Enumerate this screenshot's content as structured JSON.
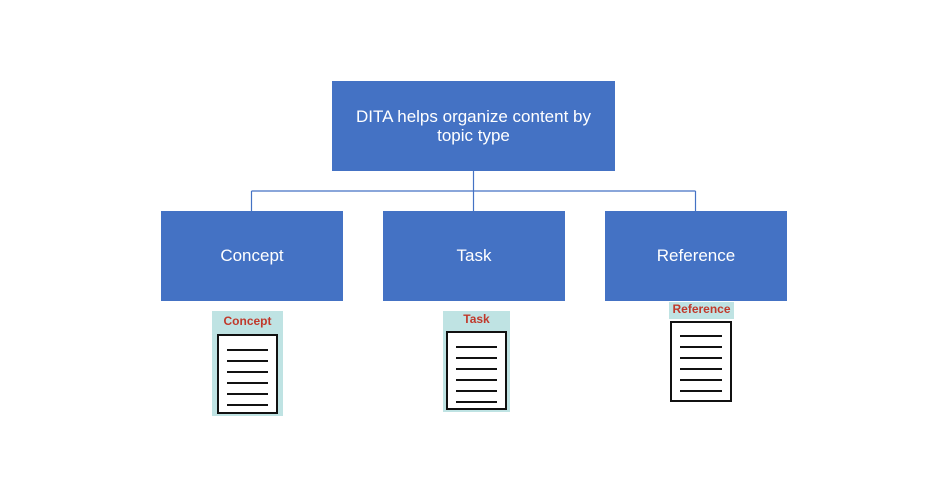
{
  "diagram": {
    "root": {
      "label": "DITA helps organize content by topic type"
    },
    "children": [
      {
        "label": "Concept"
      },
      {
        "label": "Task"
      },
      {
        "label": "Reference"
      }
    ],
    "documents": [
      {
        "label": "Concept",
        "icon": "document-icon"
      },
      {
        "label": "Task",
        "icon": "document-icon"
      },
      {
        "label": "Reference",
        "icon": "document-icon"
      }
    ],
    "colors": {
      "box_fill": "#4472c4",
      "box_text": "#ffffff",
      "connector": "#4472c4",
      "doc_background": "#bfe3e3",
      "doc_label": "#c0392b"
    }
  }
}
